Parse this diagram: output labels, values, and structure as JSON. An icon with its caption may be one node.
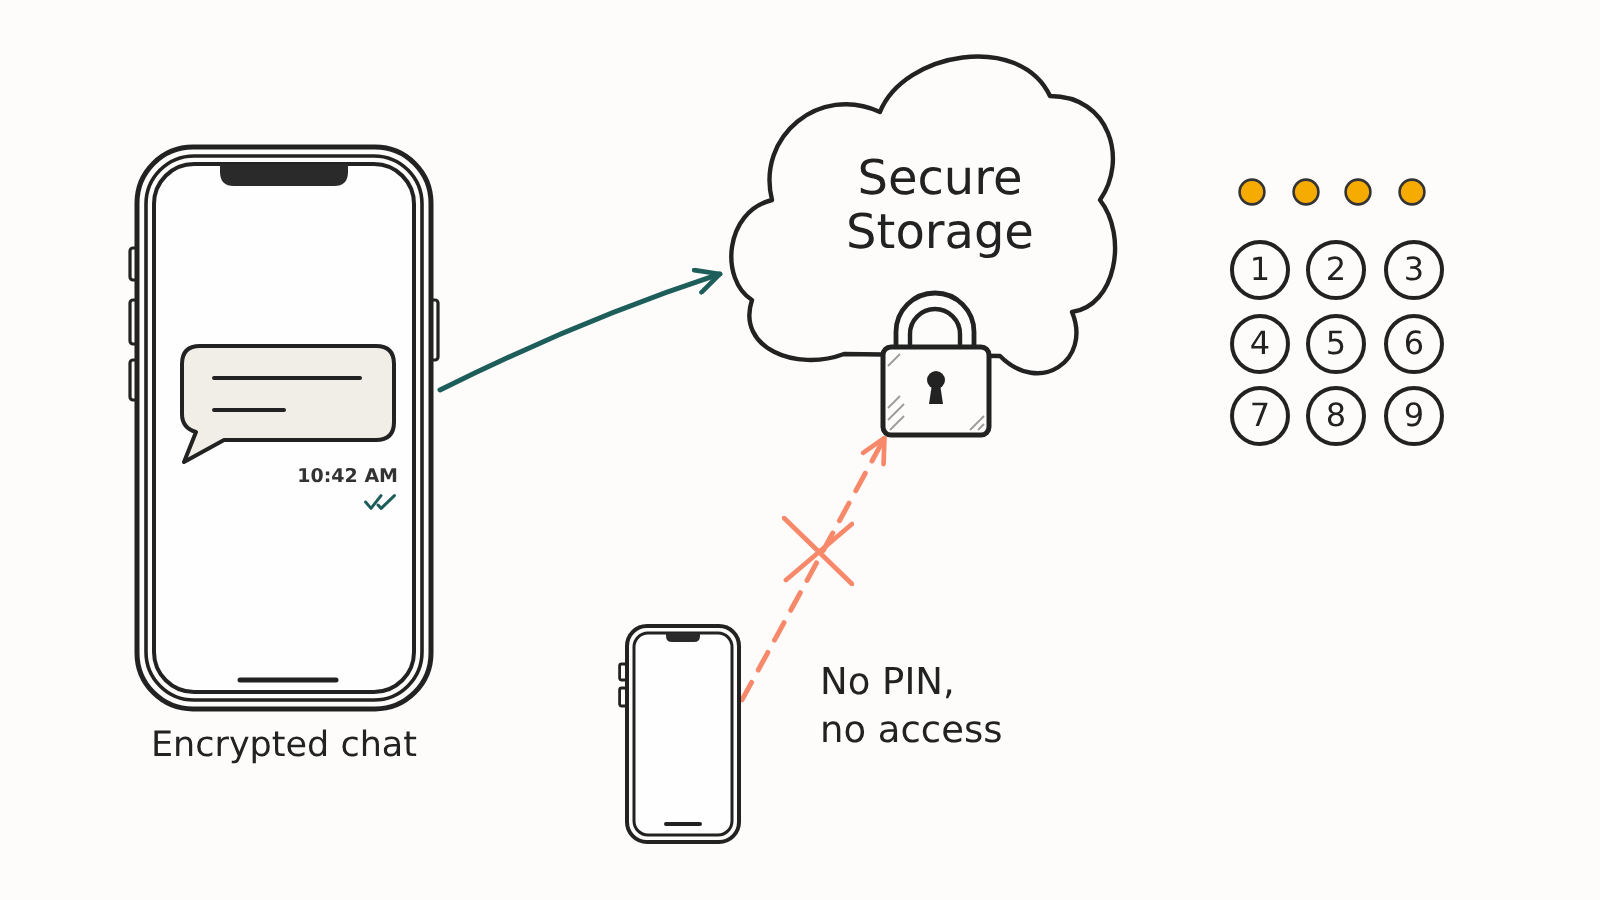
{
  "diagram": {
    "nodes": [
      {
        "text": [
          "10:42 AM"
        ],
        "beside": [
          "Encrypted chat"
        ]
      },
      {
        "text": [
          "Secure Storage"
        ]
      },
      {
        "text": [],
        "shape": "picture"
      },
      {
        "text": [
          "1"
        ]
      },
      {
        "text": [
          "2"
        ]
      },
      {
        "text": [
          "3"
        ]
      },
      {
        "text": [
          "4"
        ]
      },
      {
        "text": [
          "5"
        ]
      },
      {
        "text": [
          "6"
        ]
      },
      {
        "text": [
          "7"
        ]
      },
      {
        "text": [
          "8"
        ]
      },
      {
        "text": [
          "9"
        ]
      },
      {
        "text": [],
        "shape": "picture",
        "beside": [
          "No PIN, no access"
        ]
      }
    ],
    "edges": [
      {
        "from": 0,
        "to": 1,
        "arrow": "to",
        "color": "#1d5e5a"
      },
      {
        "from": 12,
        "to": 2,
        "arrow": "to",
        "style": "dashed",
        "color": "#f7896a"
      }
    ]
  }
}
